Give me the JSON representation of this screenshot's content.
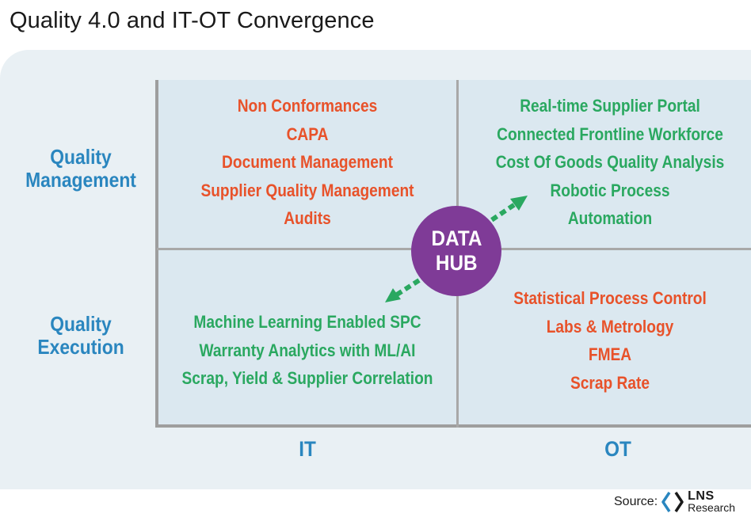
{
  "title": "Quality 4.0 and IT-OT Convergence",
  "rows": {
    "top": [
      "Quality",
      "Management"
    ],
    "bottom": [
      "Quality",
      "Execution"
    ]
  },
  "columns": {
    "left": "IT",
    "right": "OT"
  },
  "quadrants": {
    "top_left": [
      "Non Conformances",
      "CAPA",
      "Document Management",
      "Supplier Quality Management",
      "Audits"
    ],
    "top_right": [
      "Real-time Supplier Portal",
      "Connected Frontline Workforce",
      "Cost Of Goods Quality Analysis",
      "Robotic Process",
      "Automation"
    ],
    "bottom_left": [
      "Machine Learning Enabled SPC",
      "Warranty Analytics with ML/AI",
      "Scrap, Yield & Supplier Correlation"
    ],
    "bottom_right": [
      "Statistical Process Control",
      "Labs & Metrology",
      "FMEA",
      "Scrap Rate"
    ]
  },
  "hub": [
    "DATA",
    "HUB"
  ],
  "source": {
    "label": "Source:",
    "logo_name": "LNS",
    "logo_sub": "Research"
  },
  "colors": {
    "title": "#1a1a1a",
    "axis_label": "#2a86bf",
    "orange_items": "#e8522a",
    "green_items": "#2aa860",
    "hub": "#7f3b97",
    "panel": "#e9f0f4",
    "quadrant": "#dbe8f0",
    "logo": "#2a86bf"
  },
  "icons": {
    "logo": "lns-chevron-logo",
    "arrow": "dashed-double-arrow"
  }
}
